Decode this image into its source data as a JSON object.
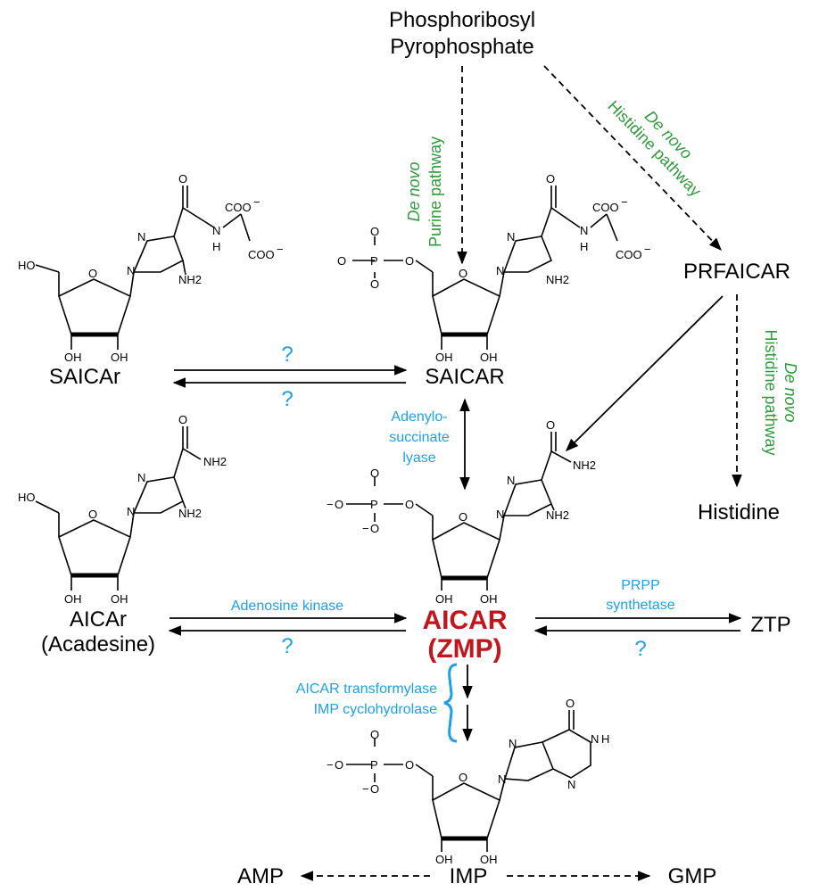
{
  "nodes": {
    "prpp_line1": "Phosphoribosyl",
    "prpp_line2": "Pyrophosphate",
    "prfaicar": "PRFAICAR",
    "histidine": "Histidine",
    "saicar_r": "SAICAr",
    "saicar": "SAICAR",
    "aicar_r_line1": "AICAr",
    "aicar_r_line2": "(Acadesine)",
    "aicar_line1": "AICAR",
    "aicar_line2": "(ZMP)",
    "ztp": "ZTP",
    "amp": "AMP",
    "imp": "IMP",
    "gmp": "GMP"
  },
  "pathways": {
    "purine_italic": "De novo",
    "purine_text": "Purine pathway",
    "histidine_top_italic": "De novo",
    "histidine_top_text": "Histidine pathway",
    "histidine_right_italic": "De novo",
    "histidine_right_text": "Histidine pathway"
  },
  "enzymes": {
    "adenylo_1": "Adenylo-",
    "adenylo_2": "succinate",
    "adenylo_3": "lyase",
    "adenosine_kinase": "Adenosine kinase",
    "prpp_synth_1": "PRPP",
    "prpp_synth_2": "synthetase",
    "aicar_transformylase": "AICAR transformylase",
    "imp_cyclohydrolase": "IMP cyclohydrolase"
  },
  "unknown_mark": "?",
  "atoms": {
    "ho": "HO",
    "oh": "OH",
    "o": "O",
    "n": "N",
    "h": "H",
    "nh2": "NH2",
    "coo": "COO",
    "minus": "−",
    "p": "P"
  },
  "colors": {
    "pathway_green": "#2e9a3a",
    "enzyme_blue": "#1ea0e6",
    "aicar_red": "#c0161c"
  }
}
